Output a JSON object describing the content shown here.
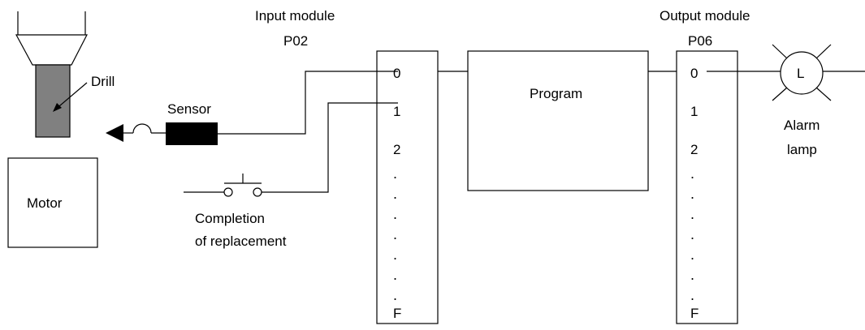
{
  "labels": {
    "input_module_title": "Input module",
    "input_module_id": "P02",
    "output_module_title": "Output module",
    "output_module_id": "P06",
    "drill": "Drill",
    "sensor": "Sensor",
    "motor": "Motor",
    "program": "Program",
    "completion_line1": "Completion",
    "completion_line2": "of replacement",
    "alarm_line1": "Alarm",
    "alarm_line2": "lamp",
    "lamp_letter": "L"
  },
  "input_pins": [
    "0",
    "1",
    "2",
    ".",
    ".",
    ".",
    ".",
    ".",
    ".",
    ".",
    "F"
  ],
  "output_pins": [
    "0",
    "1",
    "2",
    ".",
    ".",
    ".",
    ".",
    ".",
    ".",
    ".",
    "F"
  ],
  "colors": {
    "line": "#000000",
    "drill_body": "#808080",
    "sensor_body": "#000000",
    "background": "#ffffff"
  }
}
